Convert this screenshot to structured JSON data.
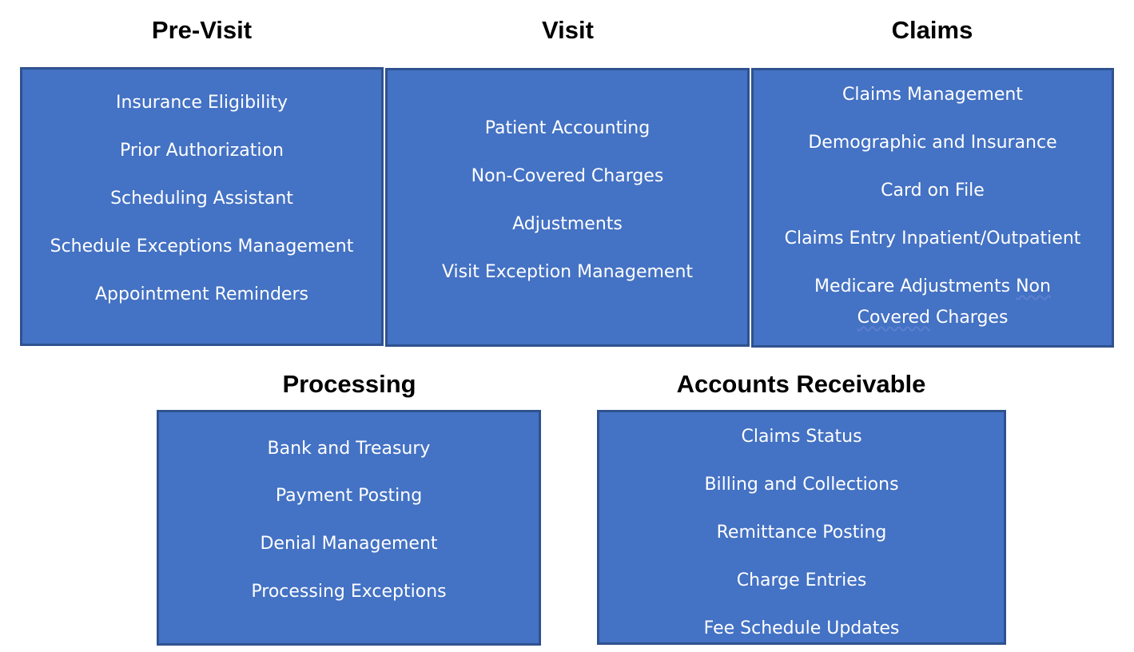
{
  "sections": [
    {
      "title": "Pre-Visit",
      "items": [
        "Insurance Eligibility",
        "Prior Authorization",
        "Scheduling Assistant",
        "Schedule Exceptions Management",
        "Appointment Reminders"
      ]
    },
    {
      "title": "Visit",
      "items": [
        "Patient Accounting",
        "Non-Covered Charges",
        "Adjustments",
        "Visit Exception Management"
      ]
    },
    {
      "title": "Claims",
      "items": [
        "Claims Management",
        "Demographic and Insurance",
        "Card on File",
        "Claims Entry Inpatient/Outpatient"
      ],
      "multiline_item": {
        "line1_prefix": "Medicare Adjustments ",
        "line1_flagged": "Non",
        "line2_flagged": "Covered",
        "line2_suffix": " Charges"
      }
    },
    {
      "title": "Processing",
      "items": [
        "Bank and Treasury",
        "Payment Posting",
        "Denial Management",
        "Processing Exceptions"
      ]
    },
    {
      "title": "Accounts Receivable",
      "items": [
        "Claims Status",
        "Billing and Collections",
        "Remittance Posting",
        "Charge Entries",
        "Fee Schedule Updates"
      ]
    }
  ],
  "colors": {
    "box_fill": "#4472c4",
    "box_border": "#2f528f",
    "item_text": "#ffffff",
    "heading_text": "#000000"
  }
}
